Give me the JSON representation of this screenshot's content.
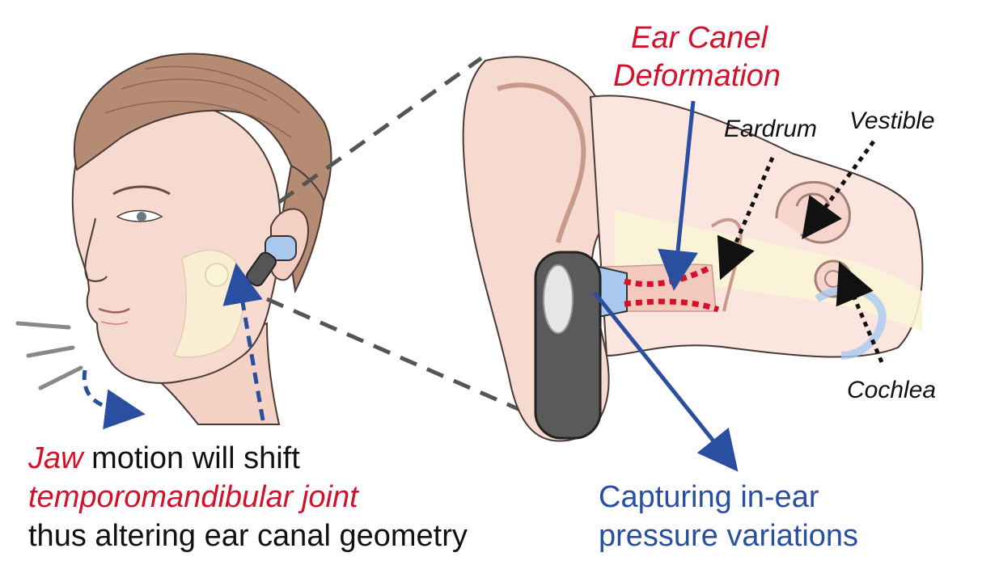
{
  "colors": {
    "red": "#d4102a",
    "blue": "#2a4fa0",
    "black": "#111111",
    "skin": "#f6d9cf",
    "hair": "#b58b73",
    "dash_gray": "#555555",
    "bone": "#fbf4d6",
    "light_blue": "#a9c9ef"
  },
  "ear_labels": {
    "ear_canal_line1": "Ear Canel",
    "ear_canal_line2": "Deformation",
    "eardrum": "Eardrum",
    "vestible": "Vestible",
    "cochlea": "Cochlea"
  },
  "caption_left": {
    "line1_red": "Jaw",
    "line1_black": " motion will shift",
    "line2": "temporomandibular joint",
    "line3": "thus altering ear canal geometry"
  },
  "caption_right": {
    "line1": "Capturing in-ear",
    "line2": "pressure variations"
  },
  "icons": {
    "head": "head-illustration-icon",
    "ear": "ear-cross-section-icon",
    "earbud": "earbud-icon"
  }
}
